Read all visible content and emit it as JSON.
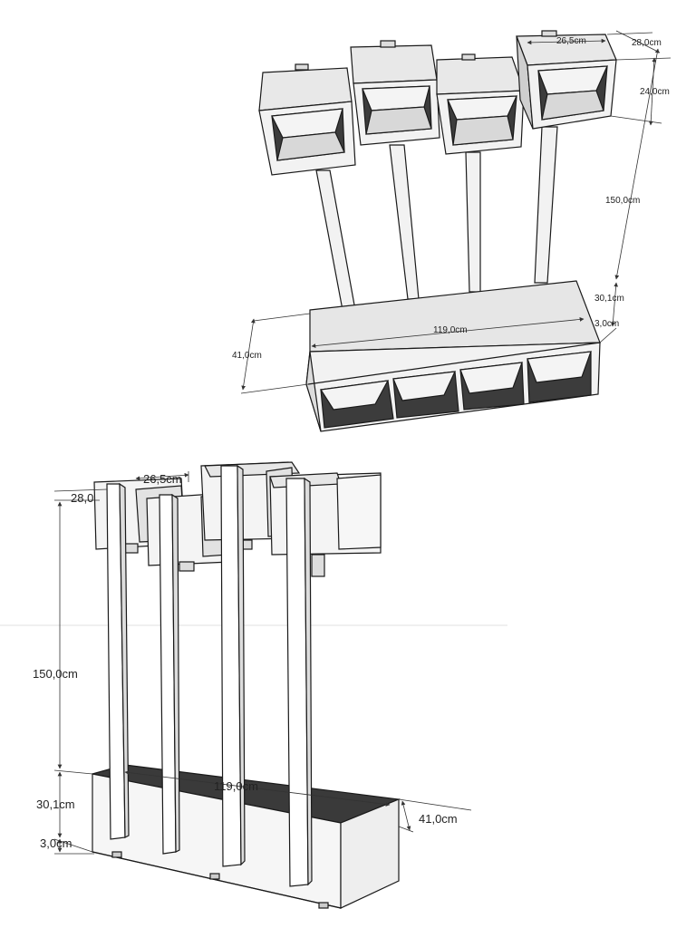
{
  "colors": {
    "background": "#ffffff",
    "line": "#1a1a1a",
    "panel_light": "#eeeeee",
    "panel_mid": "#d6d6d6",
    "panel_dark": "#3c3c3c",
    "dimension": "#333333"
  },
  "top_view": {
    "dimensions": {
      "cube_width": "26,5cm",
      "cube_depth": "28,0cm",
      "cube_height": "24,0cm",
      "total_height": "150,0cm",
      "bench_height": "30,1cm",
      "foot_height": "3,0cm",
      "bench_width": "119,0cm",
      "bench_depth": "41,0cm"
    }
  },
  "front_view": {
    "dimensions": {
      "cube_width": "26,5cm",
      "cube_depth": "28,0",
      "total_height": "150,0cm",
      "bench_height": "30,1cm",
      "foot_height": "3,0cm",
      "bench_width": "119,0cm",
      "bench_depth": "41,0cm"
    }
  }
}
